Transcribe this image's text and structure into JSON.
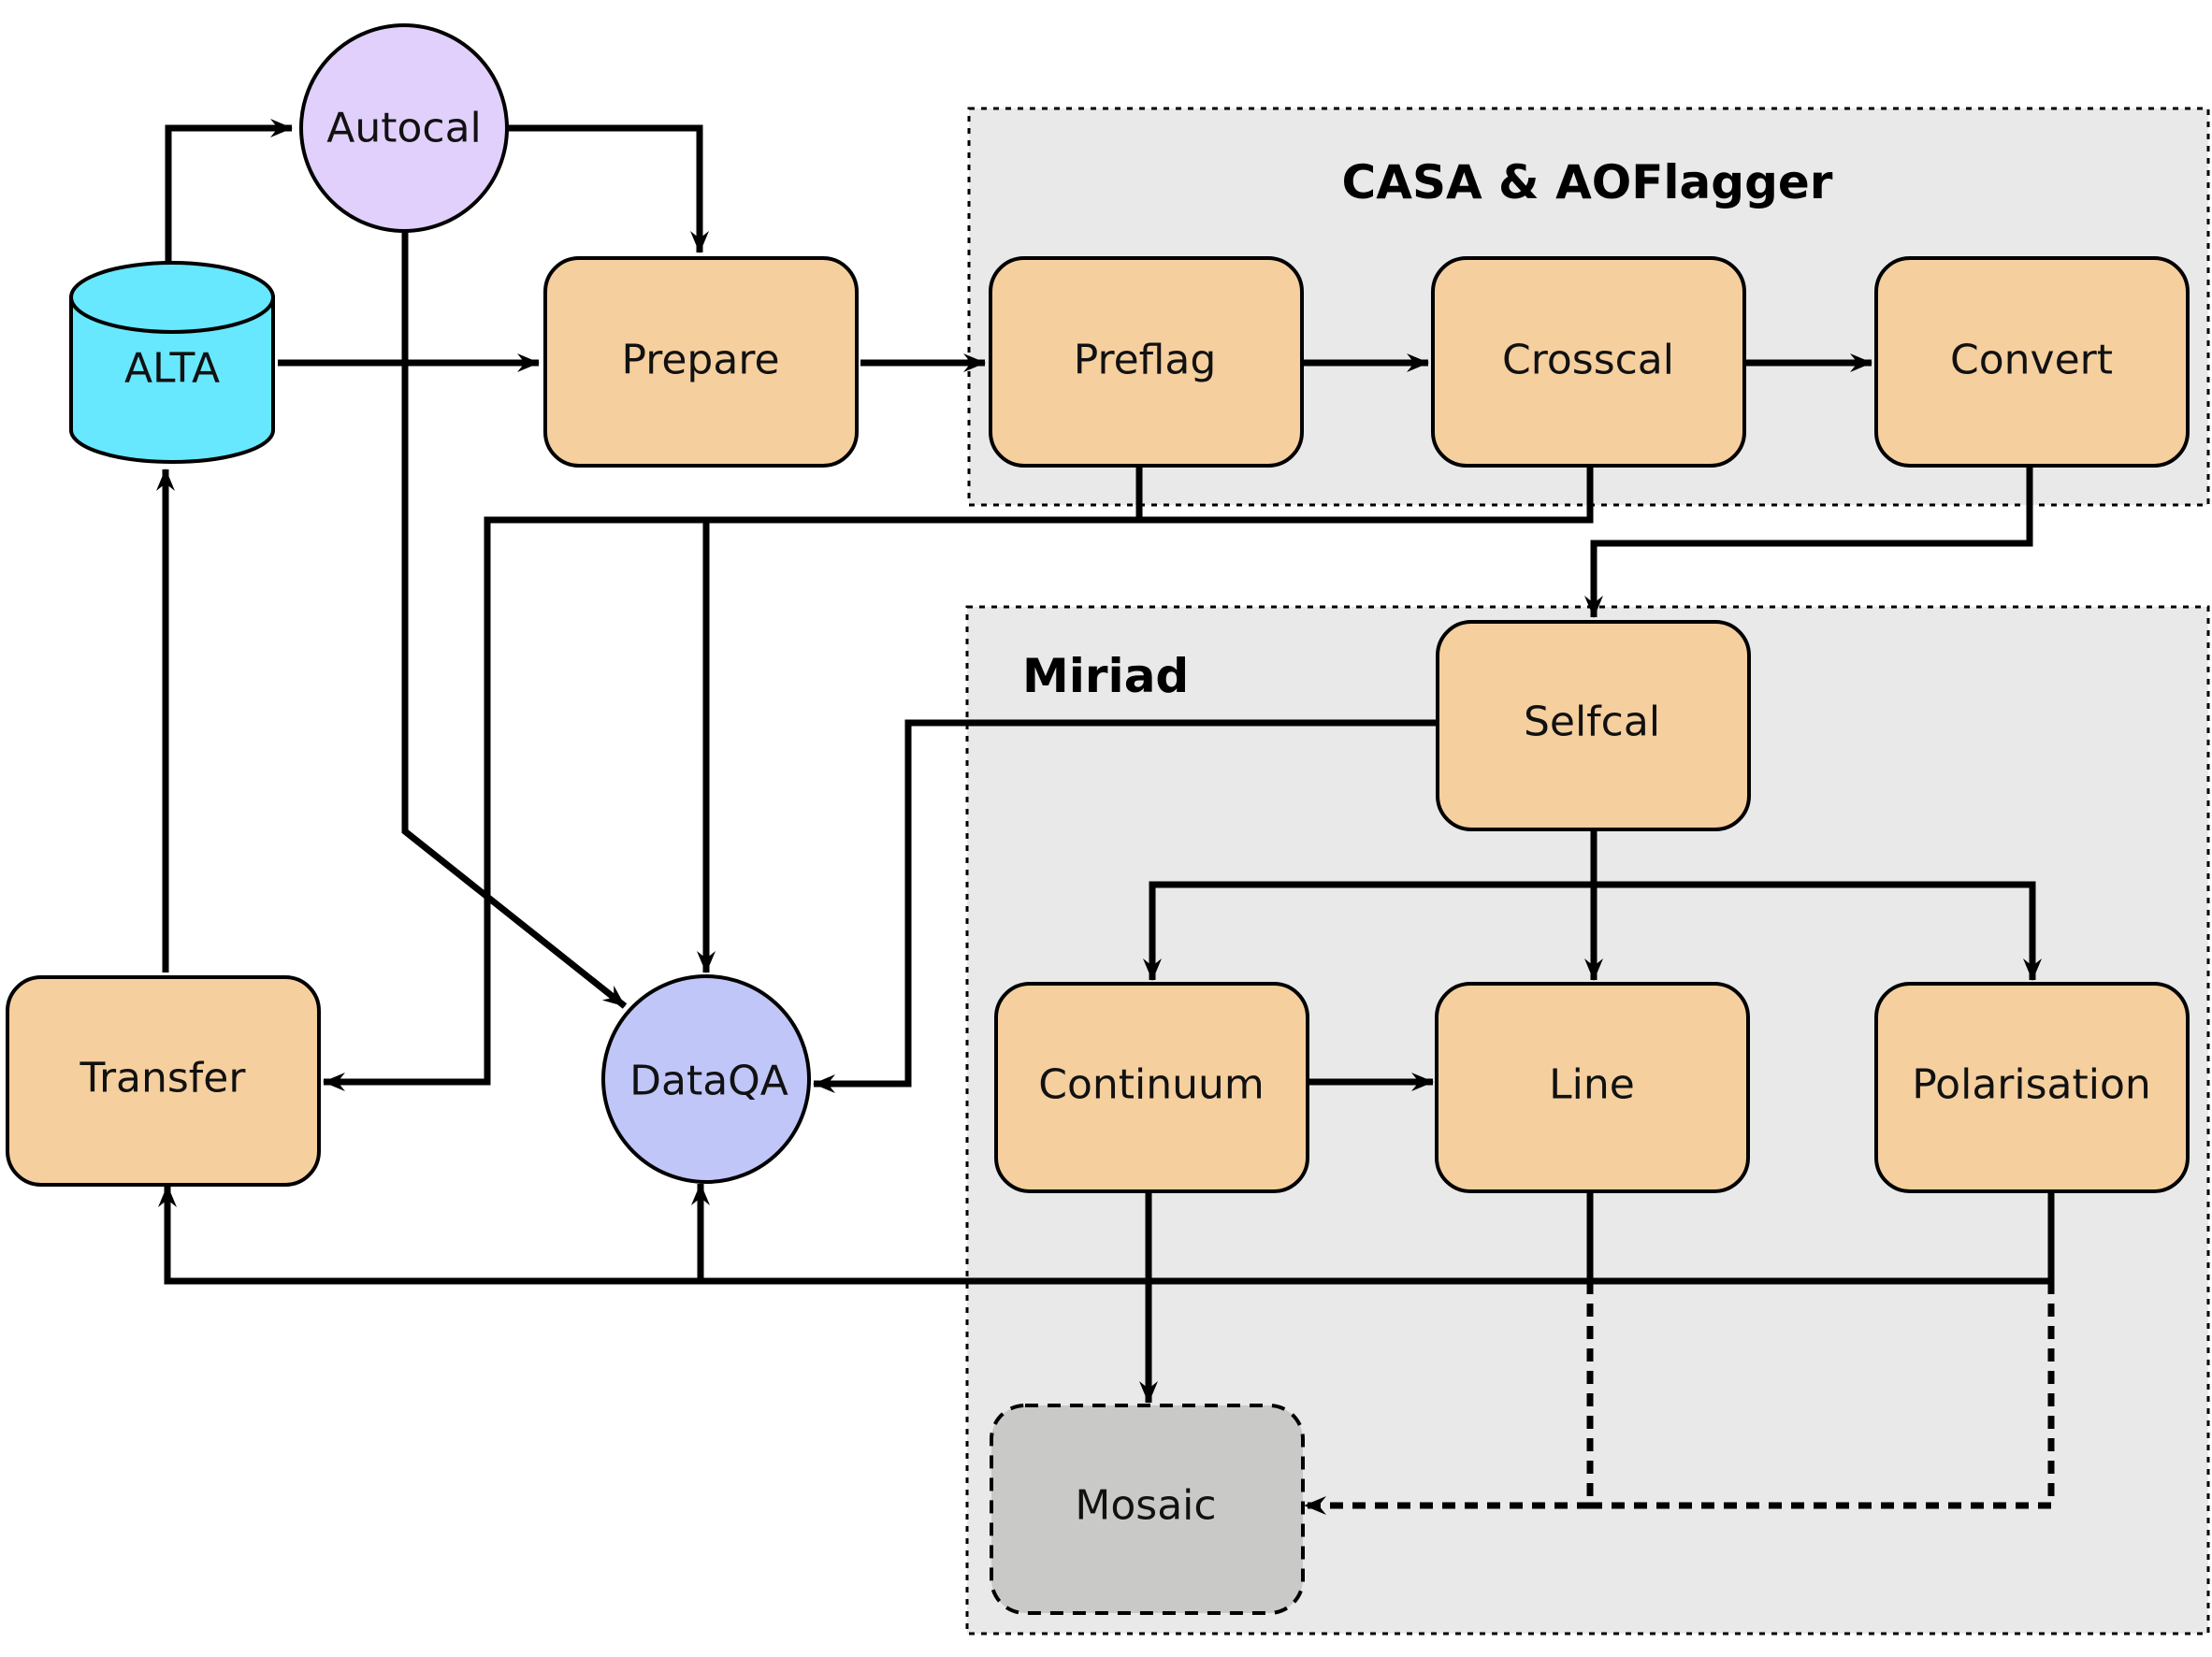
{
  "groups": {
    "casa": {
      "title": "CASA & AOFlagger"
    },
    "miriad": {
      "title": "Miriad"
    }
  },
  "nodes": {
    "autocal": {
      "label": "Autocal",
      "color": "#e1d0fb"
    },
    "alta": {
      "label": "ALTA",
      "color": "#68e8fe"
    },
    "prepare": {
      "label": "Prepare",
      "color": "#f5cf9e"
    },
    "preflag": {
      "label": "Preflag",
      "color": "#f5cf9e"
    },
    "crosscal": {
      "label": "Crosscal",
      "color": "#f5cf9e"
    },
    "convert": {
      "label": "Convert",
      "color": "#f5cf9e"
    },
    "selfcal": {
      "label": "Selfcal",
      "color": "#f5cf9e"
    },
    "transfer": {
      "label": "Transfer",
      "color": "#f5cf9e"
    },
    "dataqa": {
      "label": "DataQA",
      "color": "#c0c6f7"
    },
    "continuum": {
      "label": "Continuum",
      "color": "#f5cf9e"
    },
    "line": {
      "label": "Line",
      "color": "#f5cf9e"
    },
    "polarisation": {
      "label": "Polarisation",
      "color": "#f5cf9e"
    },
    "mosaic": {
      "label": "Mosaic",
      "color": "#c9c9c8"
    }
  },
  "colors": {
    "group_background": "#e9e9e9",
    "stroke": "#000000"
  }
}
